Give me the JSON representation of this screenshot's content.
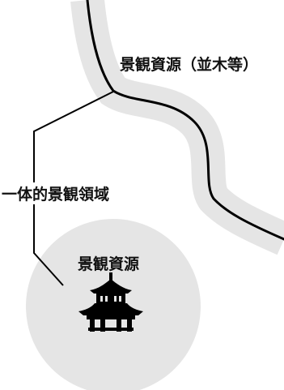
{
  "labels": {
    "street_trees": "景観資源（並木等）",
    "integrated_landscape_area": "一体的景観領域",
    "landscape_resource": "景観資源"
  },
  "icons": {
    "street_trees_band": "river-band",
    "landmark": "pagoda-icon"
  },
  "colors": {
    "band_fill": "#e5e5e5",
    "area_fill": "#e5e5e5",
    "line": "#000000",
    "text": "#111111"
  }
}
